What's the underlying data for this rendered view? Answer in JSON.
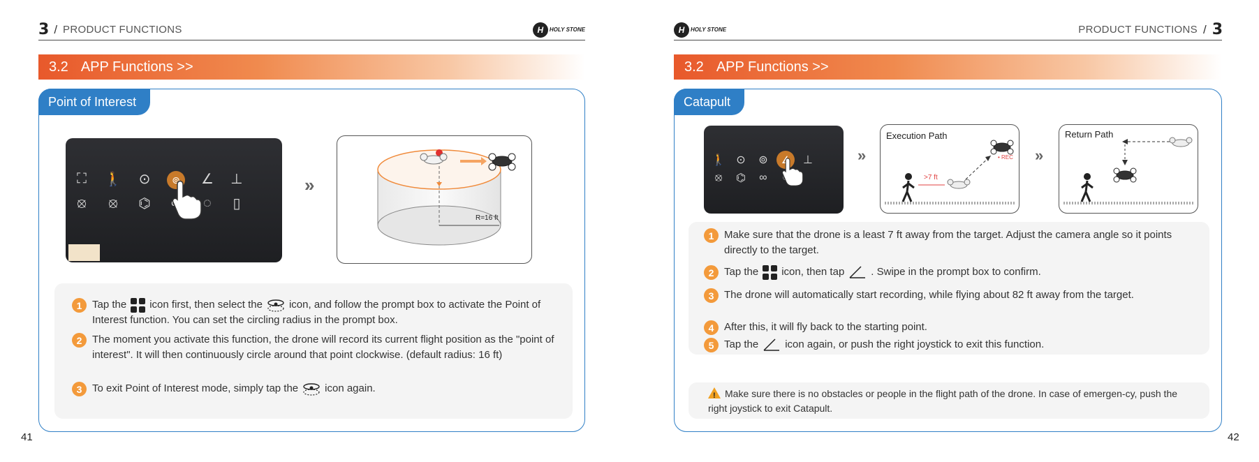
{
  "left": {
    "chapter": "3",
    "section": "PRODUCT FUNCTIONS",
    "logo_text": "HOLY STONE",
    "banner_num": "3.2",
    "banner_title": "APP Functions >>",
    "panel_title": "Point of Interest",
    "radius_label": "R=16 ft",
    "steps": [
      {
        "num": "1",
        "a": "Tap the",
        "b": "icon first, then select the",
        "c": "icon, and follow the prompt box to activate the Point of Interest function. You can set the circling radius in the prompt box."
      },
      {
        "num": "2",
        "text": "The moment you activate this function, the drone will record its current flight position as the \"point of interest\". It will then continuously circle around that point clockwise. (default radius: 16 ft)"
      },
      {
        "num": "3",
        "a": "To exit Point of Interest mode, simply tap the",
        "b": "icon again."
      }
    ],
    "page_number": "41"
  },
  "right": {
    "chapter": "3",
    "section": "PRODUCT FUNCTIONS",
    "logo_text": "HOLY STONE",
    "banner_num": "3.2",
    "banner_title": "APP Functions >>",
    "panel_title": "Catapult",
    "execution_label": "Execution Path",
    "return_label": "Return Path",
    "distance_label": ">7 ft",
    "rec_label": "• REC",
    "steps": [
      {
        "num": "1",
        "text": "Make sure that the drone is a least 7 ft away from the target. Adjust the camera angle so it points directly to the target."
      },
      {
        "num": "2",
        "a": "Tap the",
        "b": "icon, then tap",
        "c": ". Swipe in the prompt box to confirm."
      },
      {
        "num": "3",
        "text": "The drone will automatically start recording, while flying about 82 ft away from the target."
      },
      {
        "num": "4",
        "text": "After this, it will fly back to the starting point."
      },
      {
        "num": "5",
        "a": "Tap the",
        "b": "icon again, or push the right joystick to exit this function."
      }
    ],
    "warning": "Make sure there is no obstacles or people in the flight path of the drone. In case of emergen-cy, push the right joystick to exit Catapult.",
    "page_number": "42"
  },
  "colors": {
    "accent": "#e8592b",
    "panel_blue": "#2f7fc6",
    "badge": "#f39a3b"
  }
}
